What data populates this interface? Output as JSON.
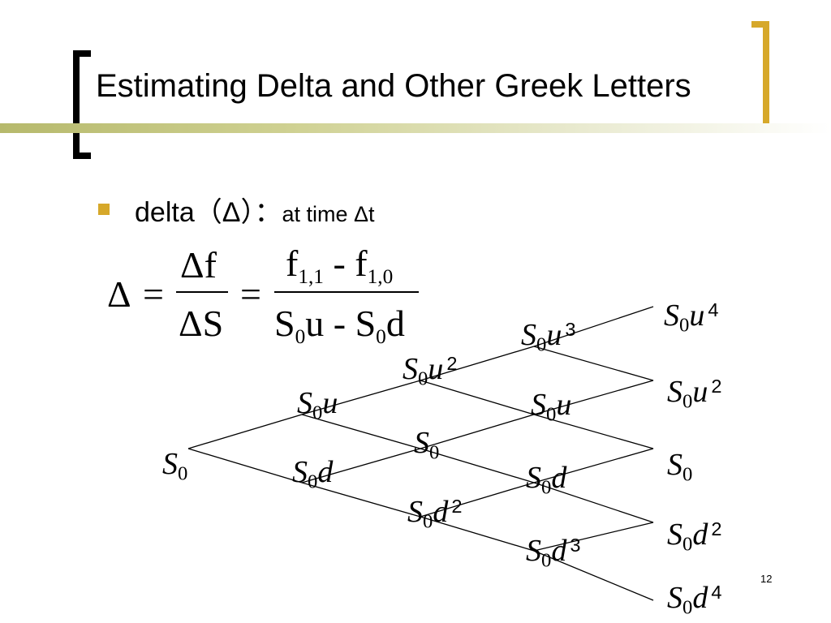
{
  "slide": {
    "title": "Estimating Delta and Other Greek Letters",
    "page_number": "12"
  },
  "bullet": {
    "lead": "delta（Δ）：",
    "tail": "at time Δt"
  },
  "formula": {
    "lhs": "Δ",
    "eq": "=",
    "frac1_num": "Δf",
    "frac1_den": "ΔS",
    "f": "f",
    "sub11": "1,1",
    "sub10": "1,0",
    "minus": " - ",
    "S": "S",
    "zero": "0",
    "u": "u",
    "d": "d"
  },
  "tree": {
    "base": "S",
    "base_sub": "0",
    "nodes": [
      {
        "id": "n0",
        "mult": "",
        "exp": ""
      },
      {
        "id": "n1u",
        "mult": "u",
        "exp": ""
      },
      {
        "id": "n1d",
        "mult": "d",
        "exp": ""
      },
      {
        "id": "n2u",
        "mult": "u",
        "exp": "2"
      },
      {
        "id": "n2m",
        "mult": "",
        "exp": ""
      },
      {
        "id": "n2d",
        "mult": "d",
        "exp": "2"
      },
      {
        "id": "n3u",
        "mult": "u",
        "exp": "3"
      },
      {
        "id": "n3mu",
        "mult": "u",
        "exp": ""
      },
      {
        "id": "n3md",
        "mult": "d",
        "exp": ""
      },
      {
        "id": "n3d",
        "mult": "d",
        "exp": "3"
      },
      {
        "id": "n4u",
        "mult": "u",
        "exp": "4"
      },
      {
        "id": "n4mu",
        "mult": "u",
        "exp": "2"
      },
      {
        "id": "n4m",
        "mult": "",
        "exp": ""
      },
      {
        "id": "n4md",
        "mult": "d",
        "exp": "2"
      },
      {
        "id": "n4d",
        "mult": "d",
        "exp": "4"
      }
    ]
  }
}
